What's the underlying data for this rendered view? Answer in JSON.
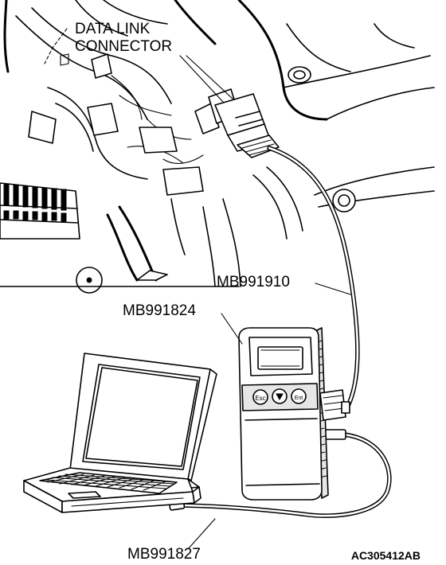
{
  "labels": {
    "data_link_connector_line1": "DATA LINK",
    "data_link_connector_line2": "CONNECTOR",
    "cable_mb991910": "MB991910",
    "interface_mb991824": "MB991824",
    "cable_mb991827": "MB991827",
    "figure_id": "AC305412AB"
  }
}
